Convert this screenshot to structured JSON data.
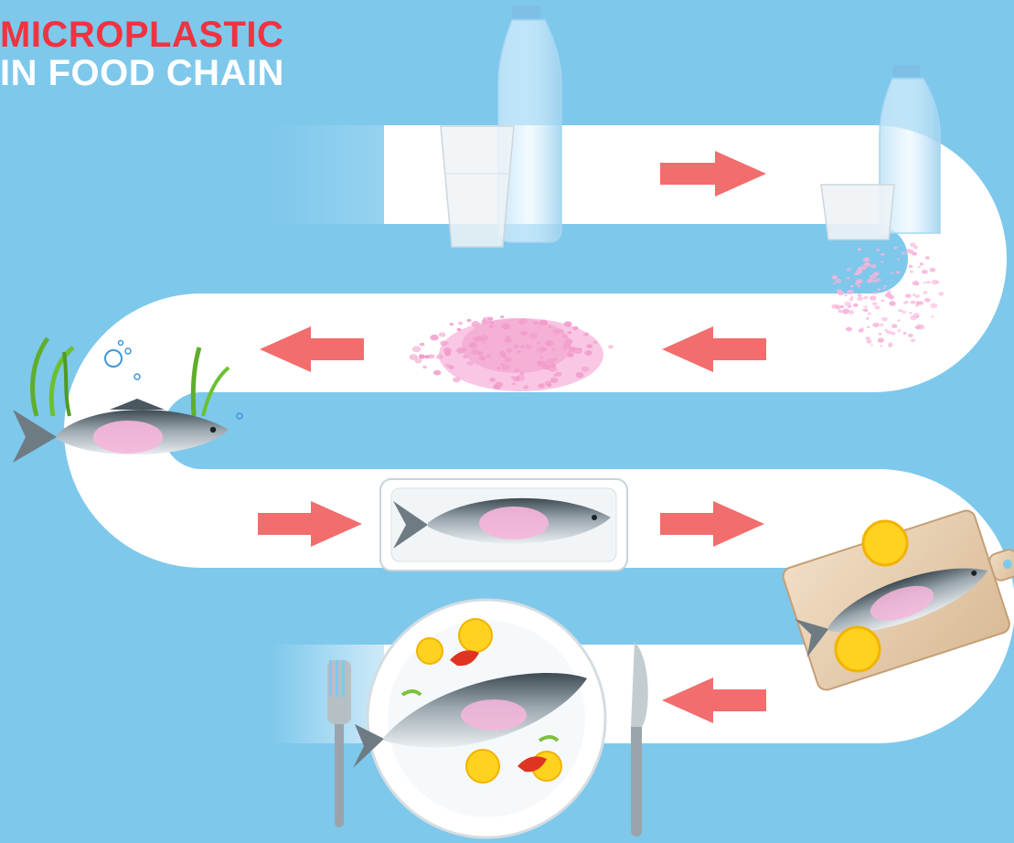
{
  "title": {
    "line1": "MICROPLASTIC",
    "line2": "IN FOOD CHAIN"
  },
  "colors": {
    "background": "#7ec8ec",
    "path": "#ffffff",
    "arrow": "#f26d6d",
    "title_accent": "#ef3340",
    "title_secondary": "#ffffff",
    "microplastic": "#f7b6dc"
  },
  "stages": [
    {
      "id": "plastic-bottle-and-cup",
      "icon": "bottle-cup-icon"
    },
    {
      "id": "plastic-breaking-down",
      "icon": "bottle-cup-fragments-icon"
    },
    {
      "id": "microplastic-pile",
      "icon": "microplastic-pile-icon"
    },
    {
      "id": "fish-in-water",
      "icon": "fish-with-microplastics-icon"
    },
    {
      "id": "packaged-fish",
      "icon": "fish-tray-icon"
    },
    {
      "id": "fish-on-cutting-board",
      "icon": "cutting-board-fish-icon"
    },
    {
      "id": "fish-on-plate",
      "icon": "dinner-plate-fish-icon"
    }
  ],
  "arrows": [
    {
      "direction": "right"
    },
    {
      "direction": "left"
    },
    {
      "direction": "left"
    },
    {
      "direction": "right"
    },
    {
      "direction": "right"
    },
    {
      "direction": "left"
    }
  ]
}
